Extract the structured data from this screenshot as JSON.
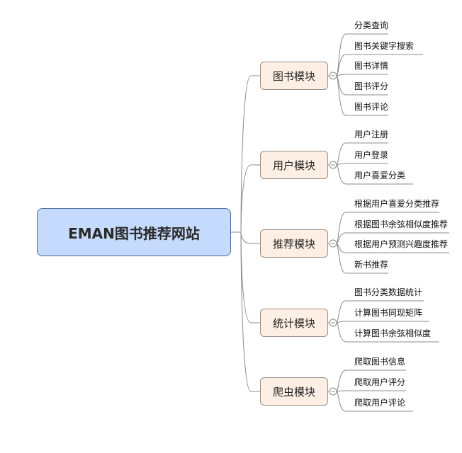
{
  "root": {
    "label": "EMAN图书推荐网站"
  },
  "modules": [
    {
      "label": "图书模块",
      "items": [
        "分类查询",
        "图书关键字搜索",
        "图书详情",
        "图书评分",
        "图书评论"
      ]
    },
    {
      "label": "用户模块",
      "items": [
        "用户注册",
        "用户登录",
        "用户喜爱分类"
      ]
    },
    {
      "label": "推荐模块",
      "items": [
        "根据用户喜爱分类推荐",
        "根据图书余弦相似度推荐",
        "根据用户预测兴趣度推荐",
        "新书推荐"
      ]
    },
    {
      "label": "统计模块",
      "items": [
        "图书分类数据统计",
        "计算图书同现矩阵",
        "计算图书余弦相似度"
      ]
    },
    {
      "label": "爬虫模块",
      "items": [
        "爬取图书信息",
        "爬取用户评分",
        "爬取用户评论"
      ]
    }
  ],
  "colors": {
    "root_fill": "#c6dafd",
    "root_border": "#4c6c9c",
    "module_fill": "#fdefe4",
    "module_border": "#9a8e86",
    "line": "#8c8c8c"
  }
}
